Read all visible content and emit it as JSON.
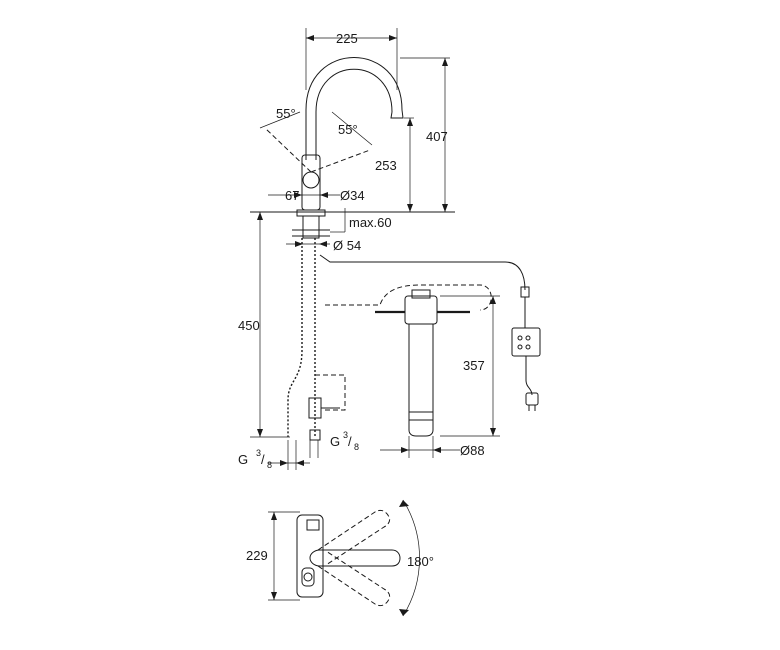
{
  "dimensions": {
    "spout_reach": "225",
    "total_height": "407",
    "spout_height": "253",
    "angle_left": "55°",
    "angle_right": "55°",
    "lever_offset": "67",
    "base_diameter": "Ø34",
    "max_thickness": "max.60",
    "hole_diameter": "Ø 54",
    "hose_length": "450",
    "filter_height": "357",
    "filter_diameter": "Ø88",
    "thread_left_main": "G",
    "thread_left_num": "3",
    "thread_left_den": "8",
    "thread_right_main": "G",
    "thread_right_num": "3",
    "thread_right_den": "8",
    "plan_depth": "229",
    "swivel_angle": "180°"
  }
}
